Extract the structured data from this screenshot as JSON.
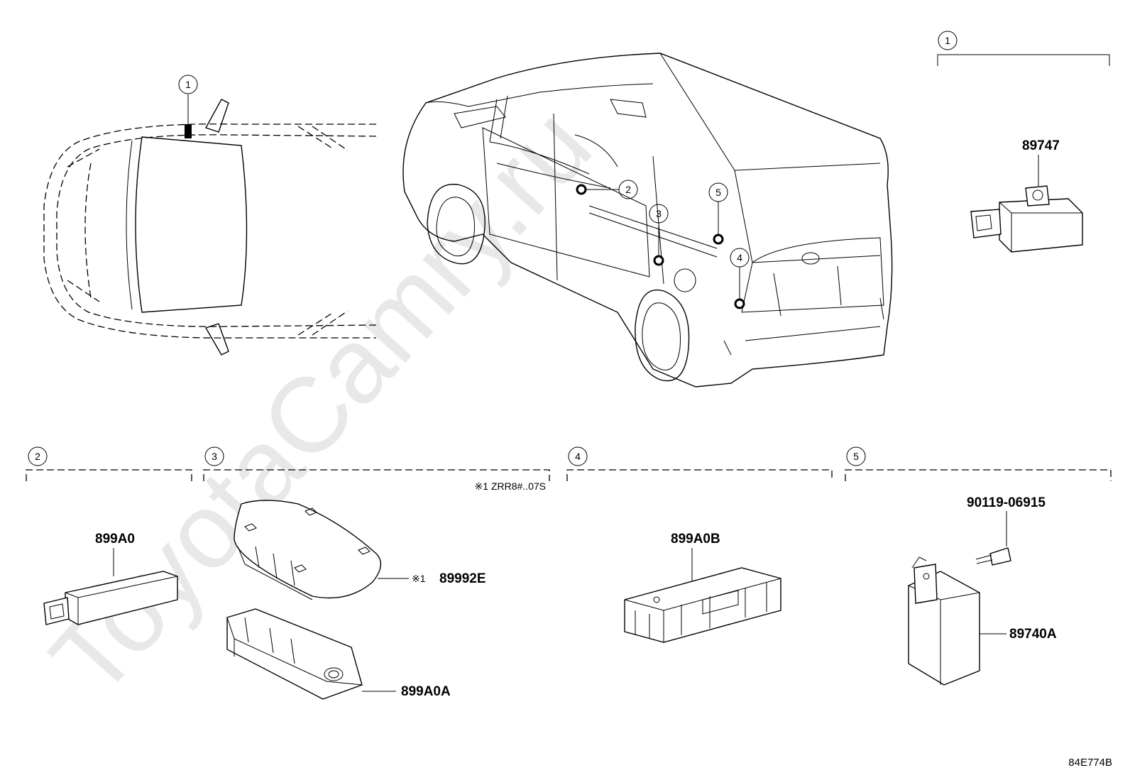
{
  "watermark": "ToyotaCamry.ru",
  "drawing_id": "84E774B",
  "callouts": {
    "c1": "1",
    "c2": "2",
    "c3": "3",
    "c4": "4",
    "c5": "5"
  },
  "sections": [
    {
      "number": "1",
      "parts": [
        "89747"
      ]
    },
    {
      "number": "2",
      "parts": [
        "899A0"
      ]
    },
    {
      "number": "3",
      "note": "※1 ZRR8#..07S",
      "parts": [
        "89992E",
        "899A0A"
      ],
      "note_marker": "※1"
    },
    {
      "number": "4",
      "parts": [
        "899A0B"
      ]
    },
    {
      "number": "5",
      "parts": [
        "90119-06915",
        "89740A"
      ]
    }
  ]
}
